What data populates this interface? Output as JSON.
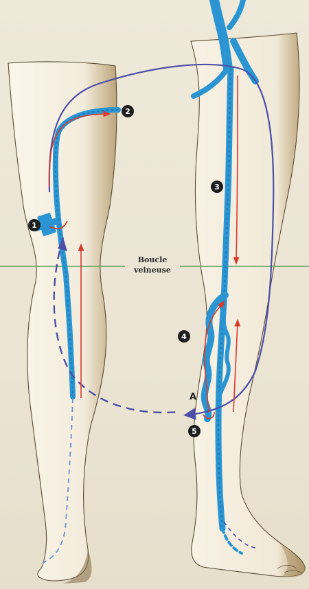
{
  "diagram": {
    "label_line1": "Boucle",
    "label_line2": "veineuse",
    "point_label": "A",
    "markers": [
      "1",
      "2",
      "3",
      "4",
      "5"
    ]
  },
  "colors": {
    "vein_blue": "#2a95d2",
    "vein_blue_dark": "#1d72ad",
    "flow_red": "#d83a2c",
    "loop_purple": "#4c4fa8",
    "divider_green": "#5f9b5a",
    "leg_fill": "#f7f1e3",
    "leg_shadow": "#c9b48c"
  }
}
